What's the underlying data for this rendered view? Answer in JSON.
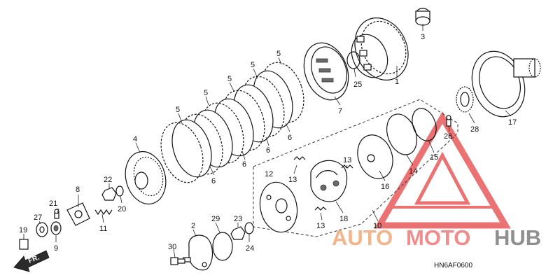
{
  "diagram": {
    "drawing_code": "HN6AF0600",
    "direction_label": "FR.",
    "callouts": {
      "c1": "1",
      "c2": "2",
      "c3": "3",
      "c4": "4",
      "c5a": "5",
      "c5b": "5",
      "c5c": "5",
      "c5d": "5",
      "c5e": "5",
      "c5f": "5",
      "c6a": "6",
      "c6b": "6",
      "c6c": "6",
      "c6d": "6",
      "c6e": "6",
      "c7": "7",
      "c8": "8",
      "c9": "9",
      "c10": "10",
      "c11": "11",
      "c12": "12",
      "c13a": "13",
      "c13b": "13",
      "c13c": "13",
      "c14": "14",
      "c15": "15",
      "c16": "16",
      "c17": "17",
      "c18": "18",
      "c19": "19",
      "c20": "20",
      "c21": "21",
      "c22": "22",
      "c23": "23",
      "c24": "24",
      "c25": "25",
      "c26": "26",
      "c27": "27",
      "c28": "28",
      "c29": "29",
      "c30": "30"
    }
  },
  "watermark": {
    "part1": "AUTO",
    "part2": "MOTO",
    "part3": "HUB",
    "color_auto": "#f2b48a",
    "color_moto": "#ef8c8c",
    "color_hub": "#8f8f8f",
    "triangle_color": "#e85a5a"
  }
}
